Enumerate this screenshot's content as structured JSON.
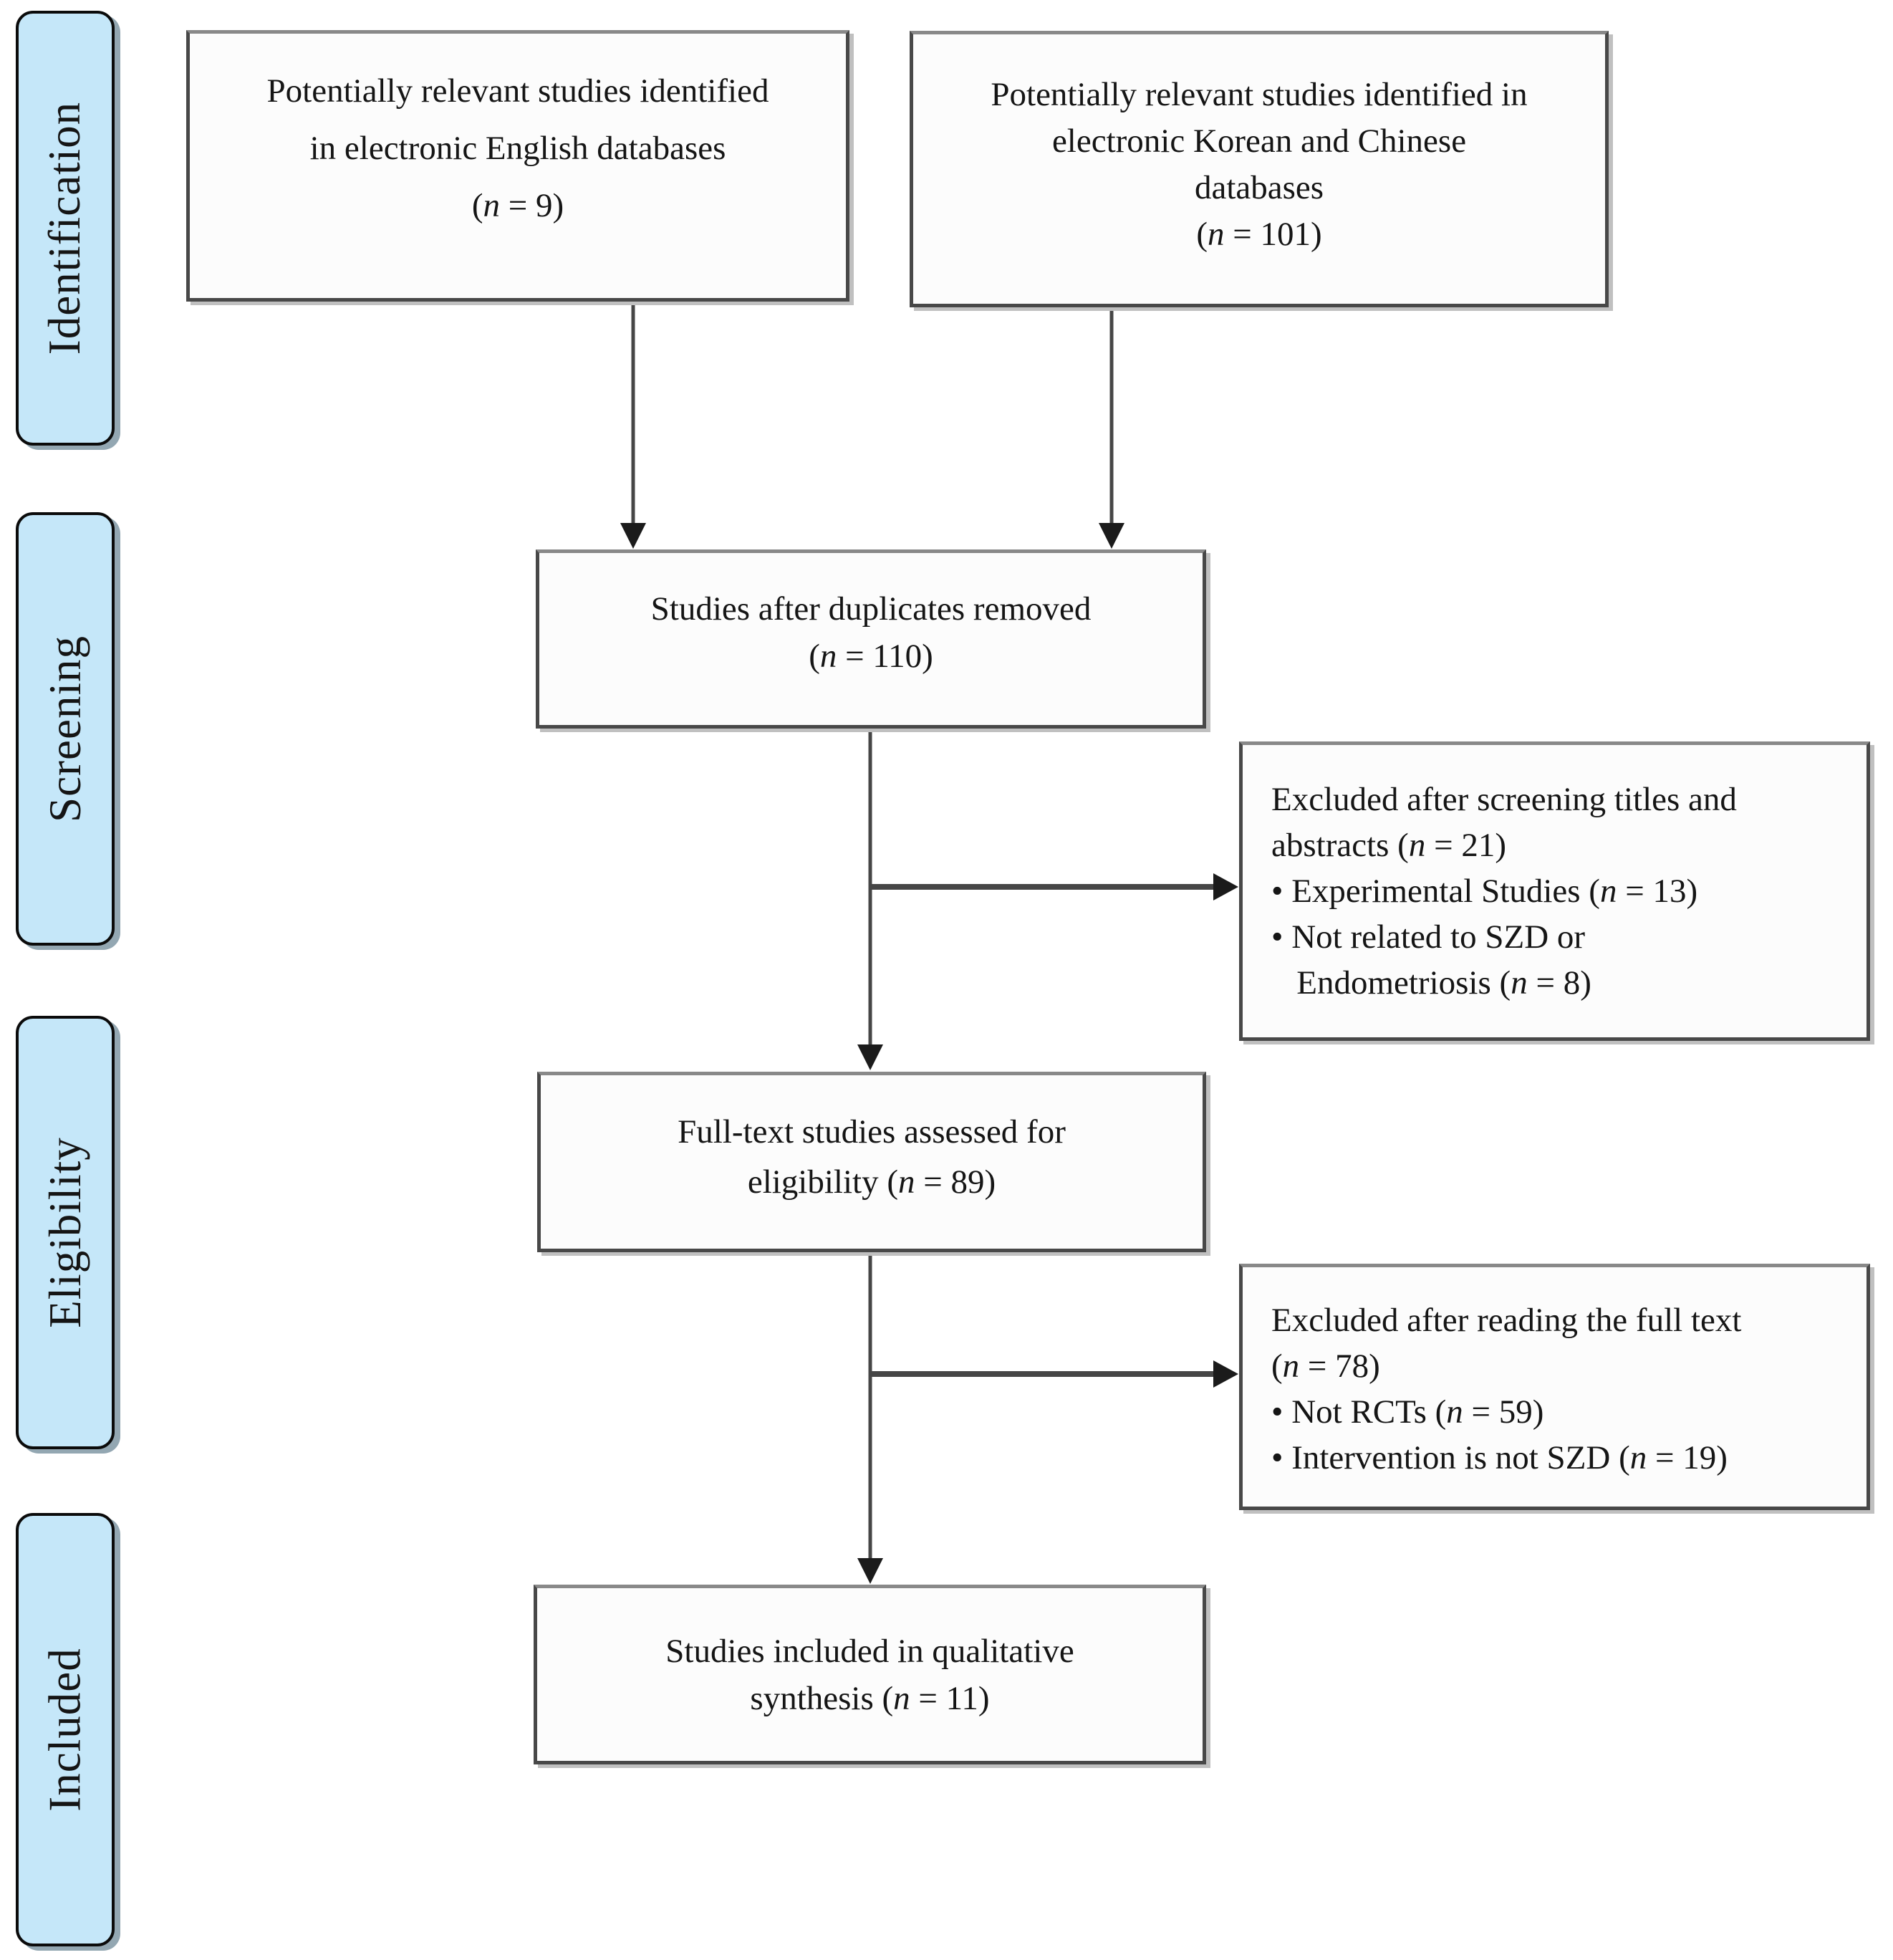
{
  "colors": {
    "page_bg": "#ffffff",
    "stage_fill": "#c5e7f9",
    "stage_border": "#0b0b0b",
    "stage_shadow": "#93a7b2",
    "box_fill": "#fcfcfc",
    "box_border": "#484848",
    "box_border_top": "#898989",
    "box_shadow": "#c0c0c0",
    "arrow_line": "#464646",
    "arrow_head": "#1b1b1b",
    "text": "#151515"
  },
  "stages": [
    {
      "label": "Identification"
    },
    {
      "label": "Screening"
    },
    {
      "label": "Eligibility"
    },
    {
      "label": "Included"
    }
  ],
  "counts": {
    "english_databases": 9,
    "korean_chinese_databases": 101,
    "after_duplicates_removed": 110,
    "excluded_after_screening": 21,
    "experimental_studies": 13,
    "not_related_to_szd_or_endometriosis": 8,
    "full_text_assessed": 89,
    "excluded_after_full_text": 78,
    "not_rcts": 59,
    "intervention_not_szd": 19,
    "included_qualitative_synthesis": 11
  },
  "boxes": [
    {
      "id": "identified-english",
      "segments": [
        {
          "t": "Potentially relevant studies identified"
        },
        {
          "br": true
        },
        {
          "t": "in electronic English databases"
        },
        {
          "br": true
        },
        {
          "t": "("
        },
        {
          "i": "n"
        },
        {
          "t": " = 9)"
        }
      ]
    },
    {
      "id": "identified-korean-chinese",
      "segments": [
        {
          "t": "Potentially relevant studies identified in"
        },
        {
          "br": true
        },
        {
          "t": "electronic Korean and Chinese"
        },
        {
          "br": true
        },
        {
          "t": "databases"
        },
        {
          "br": true
        },
        {
          "t": "("
        },
        {
          "i": "n"
        },
        {
          "t": " = 101)"
        }
      ]
    },
    {
      "id": "duplicates-removed",
      "segments": [
        {
          "t": "Studies after duplicates removed"
        },
        {
          "br": true
        },
        {
          "t": "("
        },
        {
          "i": "n"
        },
        {
          "t": " = 110)"
        }
      ]
    },
    {
      "id": "excluded-screening",
      "segments": [
        {
          "t": "Excluded after screening titles and"
        },
        {
          "br": true
        },
        {
          "t": "abstracts ("
        },
        {
          "i": "n"
        },
        {
          "t": " = 21)"
        },
        {
          "br": true
        },
        {
          "t": "• Experimental Studies ("
        },
        {
          "i": "n"
        },
        {
          "t": " = 13)"
        },
        {
          "br": true
        },
        {
          "t": "• Not related to SZD or"
        },
        {
          "br": true
        },
        {
          "t": "   Endometriosis ("
        },
        {
          "i": "n"
        },
        {
          "t": " = 8)"
        }
      ]
    },
    {
      "id": "fulltext-assessed",
      "segments": [
        {
          "t": "Full-text studies assessed for"
        },
        {
          "br": true
        },
        {
          "t": "eligibility ("
        },
        {
          "i": "n"
        },
        {
          "t": " = 89)"
        }
      ]
    },
    {
      "id": "excluded-fulltext",
      "segments": [
        {
          "t": "Excluded after reading the full text"
        },
        {
          "br": true
        },
        {
          "t": "("
        },
        {
          "i": "n"
        },
        {
          "t": " = 78)"
        },
        {
          "br": true
        },
        {
          "t": "• Not RCTs ("
        },
        {
          "i": "n"
        },
        {
          "t": " = 59)"
        },
        {
          "br": true
        },
        {
          "t": "• Intervention is not SZD ("
        },
        {
          "i": "n"
        },
        {
          "t": " = 19)"
        }
      ]
    },
    {
      "id": "included-qualitative",
      "segments": [
        {
          "t": "Studies included in qualitative"
        },
        {
          "br": true
        },
        {
          "t": "synthesis ("
        },
        {
          "i": "n"
        },
        {
          "t": " = 11)"
        }
      ]
    }
  ]
}
